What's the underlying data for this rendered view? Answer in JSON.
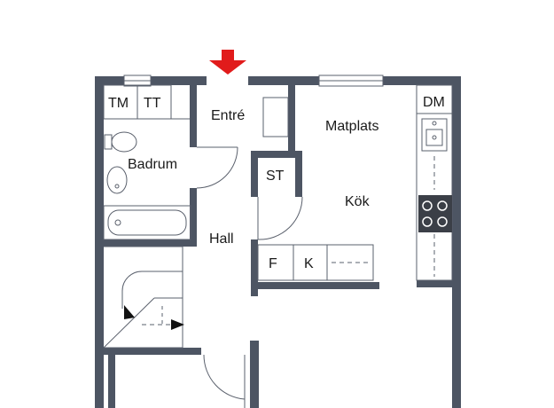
{
  "plan": {
    "entrance_arrow_color": "#e11b1b",
    "wall_color": "#4d5563",
    "rooms": {
      "entre": "Entré",
      "matplats": "Matplats",
      "badrum": "Badrum",
      "kok": "Kök",
      "hall": "Hall"
    },
    "fixtures": {
      "tm": "TM",
      "tt": "TT",
      "dm": "DM",
      "st": "ST",
      "f": "F",
      "k": "K"
    }
  }
}
